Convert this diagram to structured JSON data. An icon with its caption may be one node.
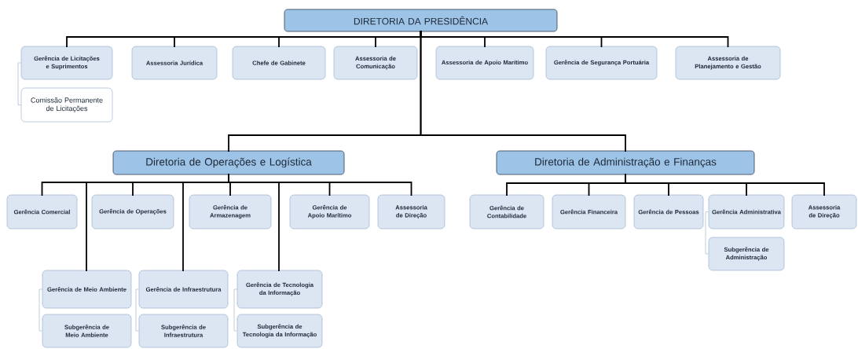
{
  "diagram": {
    "nodes": [
      {
        "text": [
          "DIRETORIA DA PRESIDÊNCIA"
        ]
      },
      {
        "text": [
          "Gerência de Licitações e Suprimentos"
        ]
      },
      {
        "text": [
          "Comissão Permanente de Licitações"
        ]
      },
      {
        "text": [
          "Assessoria Jurídica"
        ]
      },
      {
        "text": [
          "Chefe de Gabinete"
        ]
      },
      {
        "text": [
          "Assessoria de Comunicação"
        ]
      },
      {
        "text": [
          "Assessoria de Apoio Marítimo"
        ]
      },
      {
        "text": [
          "Gerência de Segurança Portuária"
        ]
      },
      {
        "text": [
          "Assessoria de Planejamento e Gestão"
        ]
      },
      {
        "text": [
          "Diretoria de Operações e Logística"
        ]
      },
      {
        "text": [
          "Diretoria de Administração e Finanças"
        ]
      },
      {
        "text": [
          "Gerência Comercial"
        ]
      },
      {
        "text": [
          "Gerência de Operações"
        ]
      },
      {
        "text": [
          "Gerência de Armazenagem"
        ]
      },
      {
        "text": [
          "Gerência de Apoio Marítimo"
        ]
      },
      {
        "text": [
          "Assessoria de Direção"
        ]
      },
      {
        "text": [
          "Gerência de Meio Ambiente"
        ]
      },
      {
        "text": [
          "Subgerência de Meio Ambiente"
        ]
      },
      {
        "text": [
          "Gerência de Infraestrutura"
        ]
      },
      {
        "text": [
          "Subgerência de Infraestrutura"
        ]
      },
      {
        "text": [
          "Gerência de Tecnologia da Informação"
        ]
      },
      {
        "text": [
          "Subgerência de Tecnologia da Informação"
        ]
      },
      {
        "text": [
          "Gerência de Contabilidade"
        ]
      },
      {
        "text": [
          "Gerência Financeira"
        ]
      },
      {
        "text": [
          "Gerência de Pessoas"
        ]
      },
      {
        "text": [
          "Gerência Administrativa"
        ]
      },
      {
        "text": [
          "Assessoria de Direção"
        ]
      },
      {
        "text": [
          "Subgerência de Administração"
        ]
      }
    ],
    "edges": [
      {
        "from": 0,
        "to": 1,
        "arrow": "none"
      },
      {
        "from": 1,
        "to": 2,
        "arrow": "none",
        "color": "#a9b8cc"
      },
      {
        "from": 0,
        "to": 3,
        "arrow": "none"
      },
      {
        "from": 0,
        "to": 4,
        "arrow": "none"
      },
      {
        "from": 0,
        "to": 5,
        "arrow": "none"
      },
      {
        "from": 0,
        "to": 6,
        "arrow": "none"
      },
      {
        "from": 0,
        "to": 7,
        "arrow": "none"
      },
      {
        "from": 0,
        "to": 8,
        "arrow": "none"
      },
      {
        "from": 0,
        "to": 9,
        "arrow": "none"
      },
      {
        "from": 0,
        "to": 10,
        "arrow": "none"
      },
      {
        "from": 9,
        "to": 11,
        "arrow": "none"
      },
      {
        "from": 9,
        "to": 12,
        "arrow": "none"
      },
      {
        "from": 9,
        "to": 13,
        "arrow": "none"
      },
      {
        "from": 9,
        "to": 14,
        "arrow": "none"
      },
      {
        "from": 9,
        "to": 15,
        "arrow": "none"
      },
      {
        "from": 9,
        "to": 16,
        "arrow": "none"
      },
      {
        "from": 16,
        "to": 17,
        "arrow": "none",
        "color": "#a9b8cc"
      },
      {
        "from": 9,
        "to": 18,
        "arrow": "none"
      },
      {
        "from": 18,
        "to": 19,
        "arrow": "none",
        "color": "#a9b8cc"
      },
      {
        "from": 9,
        "to": 20,
        "arrow": "none"
      },
      {
        "from": 20,
        "to": 21,
        "arrow": "none",
        "color": "#a9b8cc"
      },
      {
        "from": 10,
        "to": 22,
        "arrow": "none"
      },
      {
        "from": 10,
        "to": 23,
        "arrow": "none"
      },
      {
        "from": 10,
        "to": 24,
        "arrow": "none"
      },
      {
        "from": 10,
        "to": 25,
        "arrow": "none"
      },
      {
        "from": 10,
        "to": 26,
        "arrow": "none"
      },
      {
        "from": 25,
        "to": 27,
        "arrow": "none",
        "color": "#a9b8cc"
      }
    ]
  }
}
